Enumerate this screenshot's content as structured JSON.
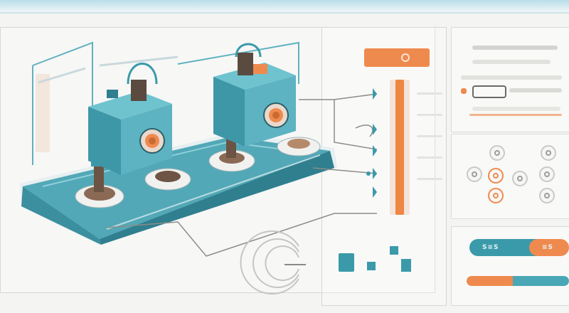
{
  "colors": {
    "teal": "#3a9aaa",
    "teal_light": "#6fc3cf",
    "teal_dark": "#2b7f8d",
    "orange": "#ef8a4e",
    "panel_bg": "#f9f9f8",
    "line": "#d6d6d4"
  },
  "icons": {
    "machine_left": "machine-cube-icon",
    "machine_right": "machine-cube-icon",
    "settings": "settings-ring-icon",
    "camera": "camera-lens-icon"
  },
  "panels": {
    "top_right": {
      "rows": 5
    },
    "middle_right": {
      "nodes": 8
    },
    "bottom_right": {
      "labels": [
        "S≡S",
        "≡S"
      ]
    }
  },
  "progress": {
    "orange_fraction": 0.45,
    "teal_fraction": 0.55
  },
  "level_bar": {
    "fill_fraction": 1.0
  }
}
